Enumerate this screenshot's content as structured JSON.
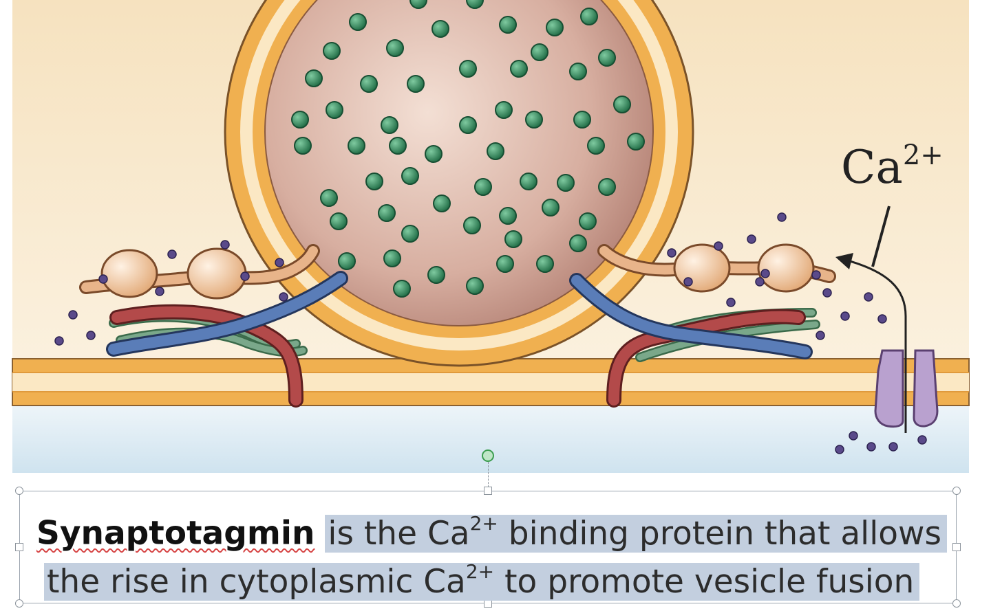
{
  "diagram": {
    "ion_label": {
      "base": "Ca",
      "charge": "2+"
    }
  },
  "caption": {
    "line1": {
      "term": "Synaptotagmin",
      "text_a": "is the Ca",
      "sup": "2+",
      "text_b": " binding protein that allows"
    },
    "line2": {
      "text_a": "the rise in cytoplasmic Ca",
      "sup": "2+",
      "text_b": " to promote vesicle fusion"
    }
  },
  "colors": {
    "cytoplasm": "#f8ecd4",
    "extracellular": "#dcebf4",
    "membrane": "#f0b050",
    "vesicle_lumen": "#cf9f8f",
    "neurotransmitter": "#2f8a5b",
    "synaptotagmin": "#e8b48a",
    "snare_red": "#b34a4a",
    "snare_blue": "#5a7db8",
    "snare_green": "#6a9a7a",
    "channel": "#b9a1cf",
    "selection": "#c3cfdf"
  }
}
